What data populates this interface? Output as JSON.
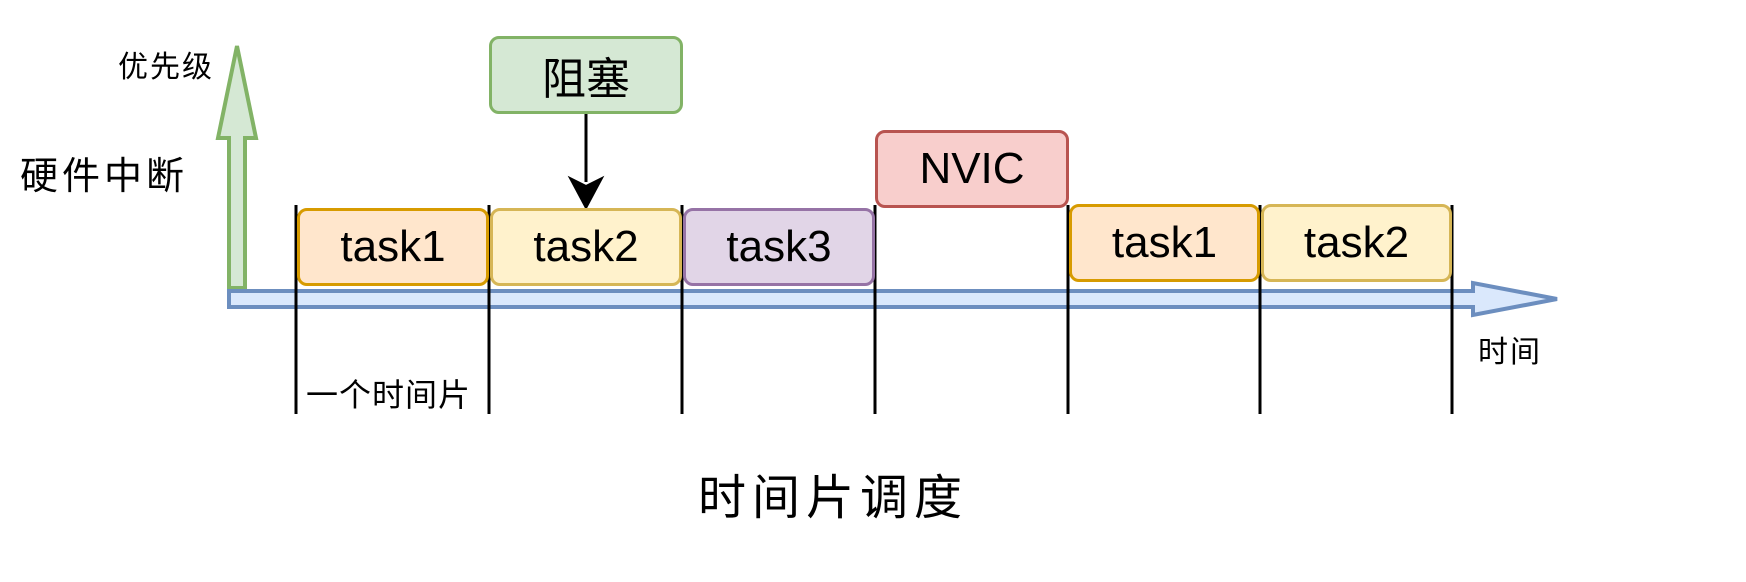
{
  "title": "时间片调度",
  "y_axis_label": "优先级",
  "x_axis_label": "时间",
  "hw_interrupt_label": "硬件中断",
  "slice_label": "一个时间片",
  "tasks": [
    {
      "label": "task1",
      "fill": "#ffe6cc",
      "stroke": "#d79b00"
    },
    {
      "label": "task2",
      "fill": "#fff2cc",
      "stroke": "#d6b656"
    },
    {
      "label": "task3",
      "fill": "#e1d5e7",
      "stroke": "#9673a6"
    },
    {
      "label": "task1",
      "fill": "#ffe6cc",
      "stroke": "#d79b00"
    },
    {
      "label": "task2",
      "fill": "#fff2cc",
      "stroke": "#d6b656"
    }
  ],
  "interrupt": {
    "label": "NVIC",
    "fill": "#f8cecc",
    "stroke": "#b85450"
  },
  "block": {
    "label": "阻塞",
    "fill": "#d5e8d4",
    "stroke": "#82b366"
  },
  "colors": {
    "time_axis_fill": "#dae8fc",
    "time_axis_stroke": "#6c8ebf",
    "priority_arrow_fill": "#d5e8d4",
    "priority_arrow_stroke": "#82b366",
    "divider": "#000000"
  }
}
